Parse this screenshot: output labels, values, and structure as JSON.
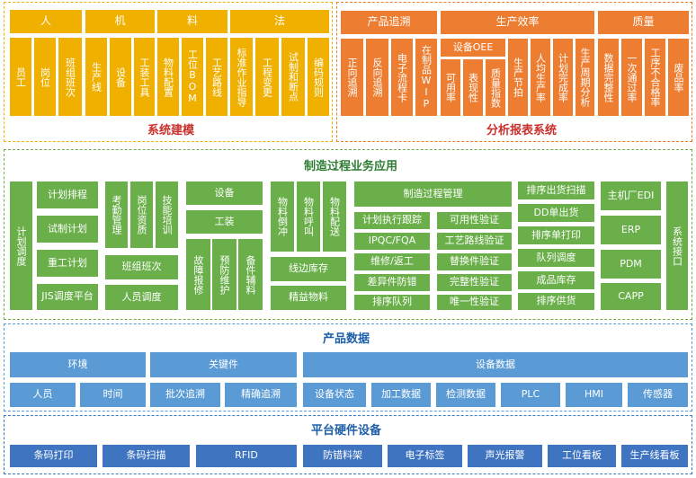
{
  "sys": {
    "title": "系统建模",
    "ren": "人",
    "ji": "机",
    "liao": "料",
    "fa": "法",
    "yuangong": "员工",
    "gangwei": "岗位",
    "banzu": "班组班次",
    "shengchanxian": "生产线",
    "shebei": "设备",
    "gongzhuang": "工装工具",
    "wuliao": "物料配置",
    "gongwei": "工位BOM",
    "gongyi": "工艺路线",
    "biaozhun": "标准作业指导",
    "gongcheng": "工程变更",
    "shizhi": "试制和断点",
    "bianma": "编码规则"
  },
  "rep": {
    "title": "分析报表系统",
    "chanpin": "产品追溯",
    "xiaolv": "生产效率",
    "zhiliang": "质量",
    "zhengxiang": "正向追溯",
    "fanxiang": "反向追溯",
    "dianzi": "电子流程卡",
    "zaizhi": "在制品WIP",
    "oee": "设备OEE",
    "keyonglv": "可用率",
    "biaoxian": "表现性",
    "zlzs": "质量指数",
    "jiepai": "生产节拍",
    "renjun": "人均生产率",
    "jihua": "计划完成率",
    "zhouqi": "生产周期分析",
    "shuju": "数据完整性",
    "yici": "一次通过率",
    "buhege": "工序不合格率",
    "feipin": "废品率"
  },
  "mfg": {
    "title": "制造过程业务应用",
    "jhdd": "计划调度",
    "jhpc": "计划排程",
    "szjh": "试制计划",
    "cgjh": "重工计划",
    "jis": "JIS调度平台",
    "kqgl": "考勤管理",
    "gwzz": "岗位资质",
    "jnpx": "技能培训",
    "bzbc": "班组班次",
    "rydd": "人员调度",
    "shebei": "设备",
    "gongzhuang": "工装",
    "gzbx": "故障报修",
    "yfwh": "预防维护",
    "bjfl": "备件辅料",
    "wldc": "物料倒冲",
    "wlhj": "物料呼叫",
    "wlps": "物料配送",
    "xbkc": "线边库存",
    "jywl": "精益物料",
    "zzgc": "制造过程管理",
    "jhzx": "计划执行跟踪",
    "ipqc": "IPQC/FQA",
    "wxfg": "维修/返工",
    "cyjfc": "差异件防错",
    "pxdl": "排序队列",
    "kyxyz": "可用性验证",
    "gylxyz": "工艺路线验证",
    "thjyz": "替换件验证",
    "wzxyz": "完整性验证",
    "wyxyz": "唯一性验证",
    "pxch": "排序出货扫描",
    "ddch": "DD单出货",
    "pxddy": "排序单打印",
    "dldd": "队列调度",
    "cpkc": "成品库存",
    "pxgh": "排序供货",
    "edi": "主机厂EDI",
    "erp": "ERP",
    "pdm": "PDM",
    "capp": "CAPP",
    "xtjk": "系统接口"
  },
  "prod": {
    "title": "产品数据",
    "huanjing": "环境",
    "guanjianjian": "关键件",
    "shebeishuju": "设备数据",
    "renyuan": "人员",
    "shijian": "时间",
    "pici": "批次追溯",
    "jingque": "精确追溯",
    "zhuangtai": "设备状态",
    "jiagong": "加工数据",
    "jiance": "检测数据",
    "plc": "PLC",
    "hmi": "HMI",
    "chuanganqi": "传感器"
  },
  "hw": {
    "title": "平台硬件设备",
    "items": [
      "条码打印",
      "条码扫描",
      "RFID",
      "防错料架",
      "电子标签",
      "声光报警",
      "工位看板",
      "生产线看板"
    ]
  }
}
